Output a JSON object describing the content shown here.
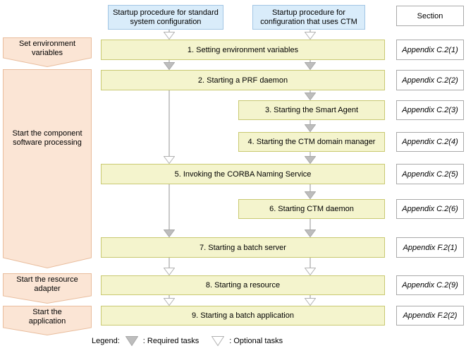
{
  "headers": {
    "standard": "Startup procedure for standard\nsystem configuration",
    "ctm": "Startup procedure for\nconfiguration that uses CTM",
    "section": "Section"
  },
  "phases": [
    {
      "label": "Set environment\nvariables"
    },
    {
      "label": "Start the component\nsoftware processing"
    },
    {
      "label": "Start the resource\nadapter"
    },
    {
      "label": "Start the\napplication"
    }
  ],
  "steps": [
    {
      "label": "1. Setting environment variables",
      "section": "Appendix C.2(1)"
    },
    {
      "label": "2. Starting a PRF daemon",
      "section": "Appendix C.2(2)"
    },
    {
      "label": "3. Starting the Smart Agent",
      "section": "Appendix C.2(3)"
    },
    {
      "label": "4. Starting the CTM domain manager",
      "section": "Appendix C.2(4)"
    },
    {
      "label": "5. Invoking the CORBA Naming Service",
      "section": "Appendix C.2(5)"
    },
    {
      "label": "6. Starting CTM daemon",
      "section": "Appendix C.2(6)"
    },
    {
      "label": "7. Starting a batch server",
      "section": "Appendix F.2(1)"
    },
    {
      "label": "8. Starting a resource",
      "section": "Appendix C.2(9)"
    },
    {
      "label": "9. Starting a batch application",
      "section": "Appendix F.2(2)"
    }
  ],
  "legend": {
    "title": "Legend:",
    "required_label": ": Required tasks",
    "optional_label": ": Optional tasks",
    "required_icon": "filled-down-triangle",
    "optional_icon": "outline-down-triangle"
  },
  "colors": {
    "step_fill": "#f4f4cd",
    "step_border": "#c9c972",
    "header_fill": "#d9ecfa",
    "header_border": "#a2c6e4",
    "phase_fill": "#fbe5d5",
    "phase_border": "#e9bd9d",
    "arrow_required": "#bdbdbd",
    "arrow_optional": "#ffffff",
    "ref_border": "#a9a9a9"
  }
}
